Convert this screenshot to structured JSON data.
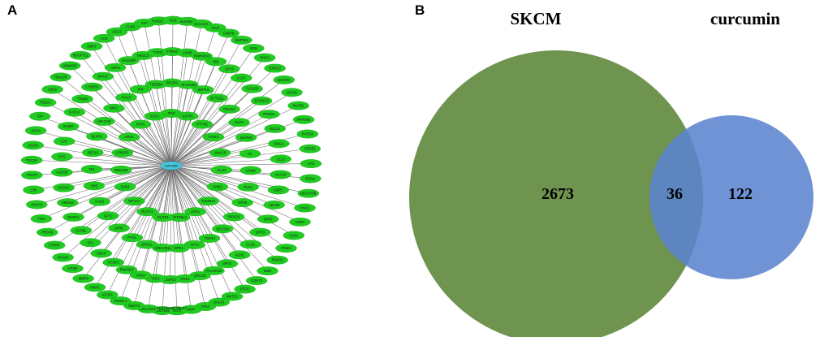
{
  "panels": {
    "a": {
      "label": "A",
      "hub": "curcumin",
      "loose_label": "ENSG00000205117",
      "targets": [
        "PGD",
        "GLYR1",
        "PTTM1",
        "PADI3",
        "AMACR",
        "ALAD",
        "GNB2",
        "TAMM44",
        "LDHC",
        "ZFP36L2",
        "GLOD1",
        "RCHY1",
        "EIF4A1",
        "SUB1",
        "MECOM",
        "CRISP2",
        "HPD1",
        "FNTA",
        "ECH1",
        "PAFAH1B2",
        "SRPK4",
        "EFTUD1",
        "CRADA",
        "CLPS",
        "MAPK6",
        "PC",
        "LGMD",
        "TLR1",
        "GPX5",
        "REXO3",
        "SEC23A",
        "TSEG3",
        "TP73",
        "ZPR1",
        "HSD17B11",
        "GPD1L",
        "PYGL",
        "LRRC",
        "GFY2",
        "GAD1",
        "HPE",
        "TK1",
        "SEC14",
        "BLVRA",
        "HIT-CYB",
        "MID1",
        "RAC3",
        "IPR",
        "TSEN54",
        "SPOD2",
        "OBL",
        "DPY5",
        "LCAT",
        "TAGLN3",
        "ECHDC2",
        "PRKDA",
        "NQL11",
        "SMGA",
        "ELL3",
        "ACAC8",
        "GBP1",
        "ADA08",
        "SPDT",
        "DPYD",
        "CLD1",
        "ACHE",
        "MPV2",
        "PLA2G15",
        "SRCC8",
        "PDS1",
        "USP14",
        "TNK2",
        "ADSA",
        "RNASE4",
        "PCSK3",
        "GMAP",
        "SF1",
        "CLYBL",
        "DHRS1",
        "HMGB2",
        "COASY",
        "ALDOB",
        "OTC",
        "CAT",
        "SIGMT",
        "KAT2A",
        "TRIM8",
        "CYB5R3",
        "SPA17",
        "ASPS",
        "GADVBP",
        "NRSC2",
        "TYRO",
        "FTRAD",
        "LDHB",
        "HNRNPA3",
        "SPM",
        "RNFS",
        "EXOC3",
        "DHODH",
        "INPO5",
        "NUCB1",
        "PPP1R6",
        "RARS2",
        "OSDE1",
        "ATIC",
        "PCNA",
        "UBASH3B",
        "ENO1",
        "CDPK",
        "GAZ1",
        "PINK1",
        "PNKD2",
        "DMD",
        "CONT3",
        "DTDO",
        "MATZA",
        "GALK1",
        "TP53",
        "DDIT",
        "NCF2",
        "SULT1B1",
        "SULT1C4",
        "NUDT2",
        "THNSL1",
        "AZGP1",
        "PMP2",
        "MMP3",
        "CPDB",
        "KCNJ2",
        "PTPRF",
        "PRDX6",
        "TOX",
        "ANXA5",
        "LYN",
        "PNLTP",
        "TSC1B",
        "UGDH",
        "ARSA",
        "GPI",
        "PDE2A",
        "UBL5",
        "TBXA2R",
        "MSMCE2",
        "NDUFT12",
        "RBP3",
        "ACR",
        "AGC2",
        "FLNB",
        "PAF",
        "RAB22A",
        "GHZ",
        "ALDH6A1",
        "SLC11A1",
        "VAV2",
        "C4BPB",
        "MAP3K3"
      ]
    },
    "b": {
      "label": "B",
      "sets": [
        {
          "name": "SKCM",
          "only_count": "2673",
          "color": "#6f9450"
        },
        {
          "name": "curcumin",
          "only_count": "122",
          "color": "#5b84cf"
        }
      ],
      "overlap_count": "36"
    }
  },
  "colors": {
    "node_fill": "#1fcc1f",
    "node_stroke": "#11a011",
    "hub_fill": "#44c8dd",
    "edge": "#6b6b6b"
  }
}
